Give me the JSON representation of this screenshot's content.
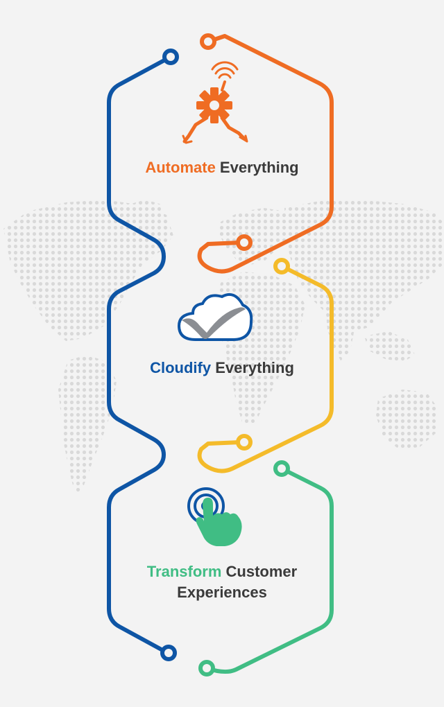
{
  "colors": {
    "background": "#f3f3f3",
    "map_dots": "#d9d9d9",
    "blue": "#0e55a5",
    "orange": "#ef6c23",
    "yellow": "#f4bb2a",
    "green": "#40bd84",
    "text_dark": "#3a3a3a",
    "cloud_gray": "#8b8e93"
  },
  "steps": [
    {
      "accent": "Automate",
      "rest": " Everything",
      "icon": "gear-robot-arm-icon"
    },
    {
      "accent": "Cloudify",
      "rest": " Everything",
      "icon": "cloud-check-icon"
    },
    {
      "accent": "Transform",
      "rest": " Customer",
      "line2": "Experiences",
      "icon": "hand-touch-icon"
    }
  ],
  "decor": {
    "background_image": "world-map-dots",
    "connector_style": "circuit-lines"
  }
}
